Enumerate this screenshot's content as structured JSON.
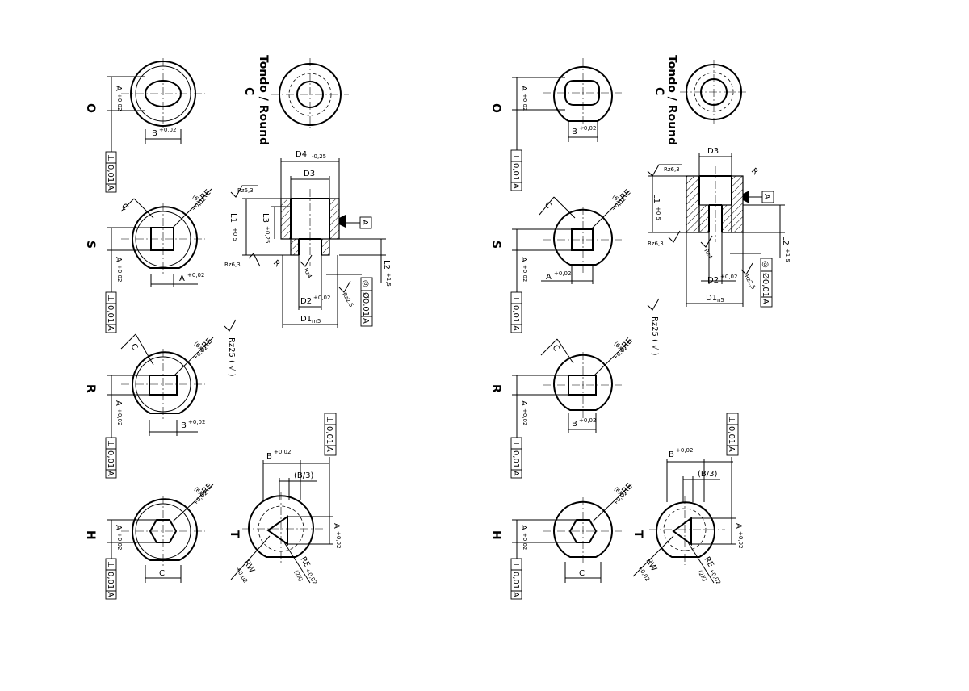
{
  "profiles": {
    "O": "O",
    "S": "S",
    "R": "R",
    "H": "H",
    "T": "T",
    "round_title": "Tondo / Round",
    "round_sub": "C"
  },
  "dims": {
    "A": "A",
    "B": "B",
    "C": "C",
    "tol_002": "+0,02",
    "RE": "RE",
    "RW": "RW",
    "six_x": "(6X)",
    "two_x": "(2X)",
    "B3": "(B/3)",
    "D1": "D1",
    "D2": "D2",
    "D3": "D3",
    "D4": "D4",
    "d4_tol": "-0,25",
    "L1": "L1",
    "L2": "L2",
    "L3": "L3",
    "tol_05": "+0,5",
    "tol_15": "+1,5",
    "tol_025": "+0,25",
    "m5": "m5",
    "n5": "n5",
    "R": "R"
  },
  "surface": {
    "rz63": "Rz6,3",
    "rz25": "Rz2,5",
    "rz4": "Rz4",
    "rz25_general": "Rz25",
    "rz_paren": "( √ )"
  },
  "frames": {
    "datum_A": "A",
    "perp_sym": "⊥",
    "conc_sym": "◎",
    "perp_val": "0,01",
    "conc_val": "Ø0,01",
    "ref": "A"
  }
}
